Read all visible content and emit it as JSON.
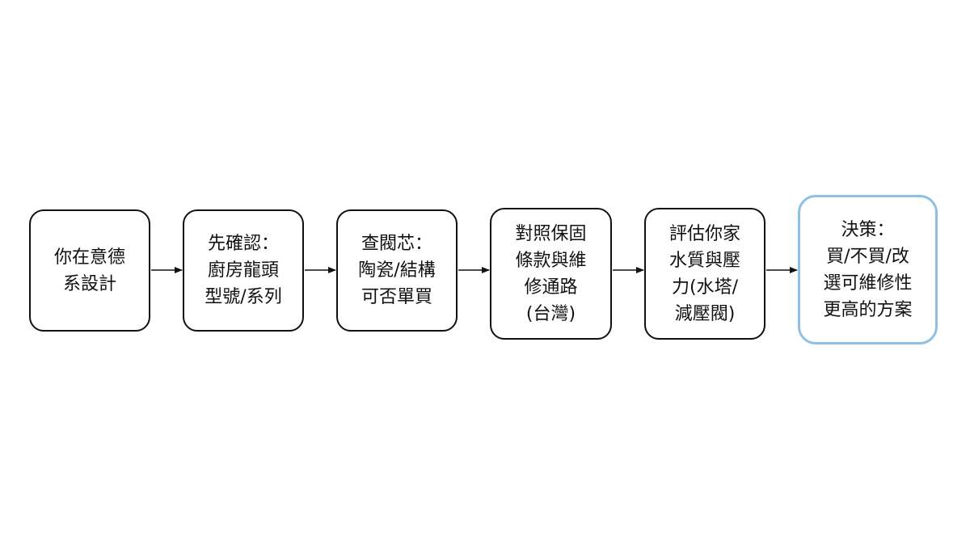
{
  "nodes": [
    {
      "id": "n1",
      "label": "你在意德\n系設計"
    },
    {
      "id": "n2",
      "label": "先確認：\n廚房龍頭\n型號/系列"
    },
    {
      "id": "n3",
      "label": "查閥芯：\n陶瓷/結構\n可否單買"
    },
    {
      "id": "n4",
      "label": "對照保固\n條款與維\n修通路\n (台灣)"
    },
    {
      "id": "n5",
      "label": "評估你家\n水質與壓\n力(水塔/\n減壓閥)"
    },
    {
      "id": "n6",
      "label": "決策：\n買/不買/改\n選可維修性\n更高的方案"
    }
  ],
  "edges": [
    {
      "from": "n1",
      "to": "n2"
    },
    {
      "from": "n2",
      "to": "n3"
    },
    {
      "from": "n3",
      "to": "n4"
    },
    {
      "from": "n4",
      "to": "n5"
    },
    {
      "from": "n5",
      "to": "n6"
    }
  ],
  "colors": {
    "border": "#111111",
    "final_border": "#8ec0e6",
    "arrow": "#111111"
  }
}
